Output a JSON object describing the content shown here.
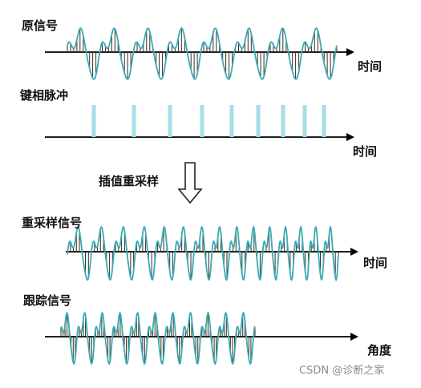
{
  "labels": {
    "original_signal": "原信号",
    "keyphase_pulse": "键相脉冲",
    "interpolate_resample": "插值重采样",
    "resampled_signal": "重采样信号",
    "tracking_signal": "跟踪信号",
    "time_1": "时间",
    "time_2": "时间",
    "time_3": "时间",
    "angle": "角度"
  },
  "watermark": "CSDN @诊断之家",
  "colors": {
    "wave": "#3aaab4",
    "pulse": "#a7dde6",
    "axis": "#000000",
    "stem": "#3b2a1e",
    "text": "#111111"
  },
  "icons": {
    "process_arrow": "down-arrow-outline-icon"
  }
}
